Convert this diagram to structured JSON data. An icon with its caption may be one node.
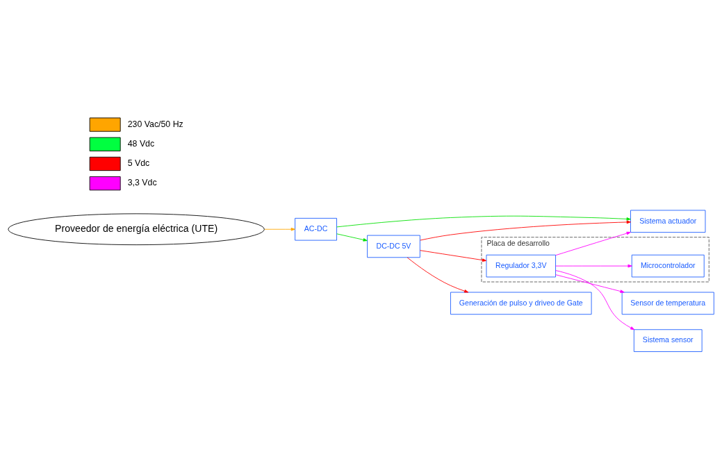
{
  "diagram": {
    "nodes": [
      {
        "text": [
          "Proveedor de energía eléctrica (UTE)"
        ]
      },
      {
        "text": [
          "AC-DC"
        ]
      },
      {
        "text": [
          "Sistema actuador"
        ]
      },
      {
        "text": [
          "DC-DC 5V"
        ]
      },
      {
        "text": [
          "Placa de desarrollo"
        ]
      },
      {
        "text": [
          "Regulador 3,3V"
        ],
        "in": 4
      },
      {
        "text": [
          "Microcontrolador"
        ],
        "in": 4
      },
      {
        "text": [
          "Sensor de temperatura"
        ]
      },
      {
        "text": [
          "Generación de pulso y driveo de Gate"
        ]
      },
      {
        "text": [
          "Sistema sensor"
        ]
      }
    ],
    "edges": [
      {
        "from": 0,
        "to": 1,
        "arrow": "to",
        "color": "#ffa500"
      },
      {
        "from": 1,
        "to": 2,
        "arrow": "to",
        "color": "#00e000"
      },
      {
        "from": 1,
        "to": 3,
        "arrow": "to",
        "color": "#00e000"
      },
      {
        "from": 3,
        "to": 2,
        "arrow": "to",
        "color": "#ff0000"
      },
      {
        "from": 3,
        "to": 5,
        "arrow": "to",
        "color": "#ff0000"
      },
      {
        "from": 3,
        "to": 8,
        "arrow": "to",
        "color": "#ff0000"
      },
      {
        "from": 5,
        "to": 2,
        "arrow": "to",
        "color": "#ff00ff"
      },
      {
        "from": 5,
        "to": 6,
        "arrow": "to",
        "color": "#ff00ff"
      },
      {
        "from": 5,
        "to": 7,
        "arrow": "to",
        "color": "#ff00ff"
      },
      {
        "from": 5,
        "to": 9,
        "arrow": "to",
        "color": "#ff00ff"
      }
    ],
    "legend": [
      {
        "text": "230 Vac/50 Hz",
        "color": "#ffa500"
      },
      {
        "text": "48 Vdc",
        "color": "#00ff40"
      },
      {
        "text": "5 Vdc",
        "color": "#ff0000"
      },
      {
        "text": "3,3 Vdc",
        "color": "#ff00ff"
      }
    ]
  }
}
